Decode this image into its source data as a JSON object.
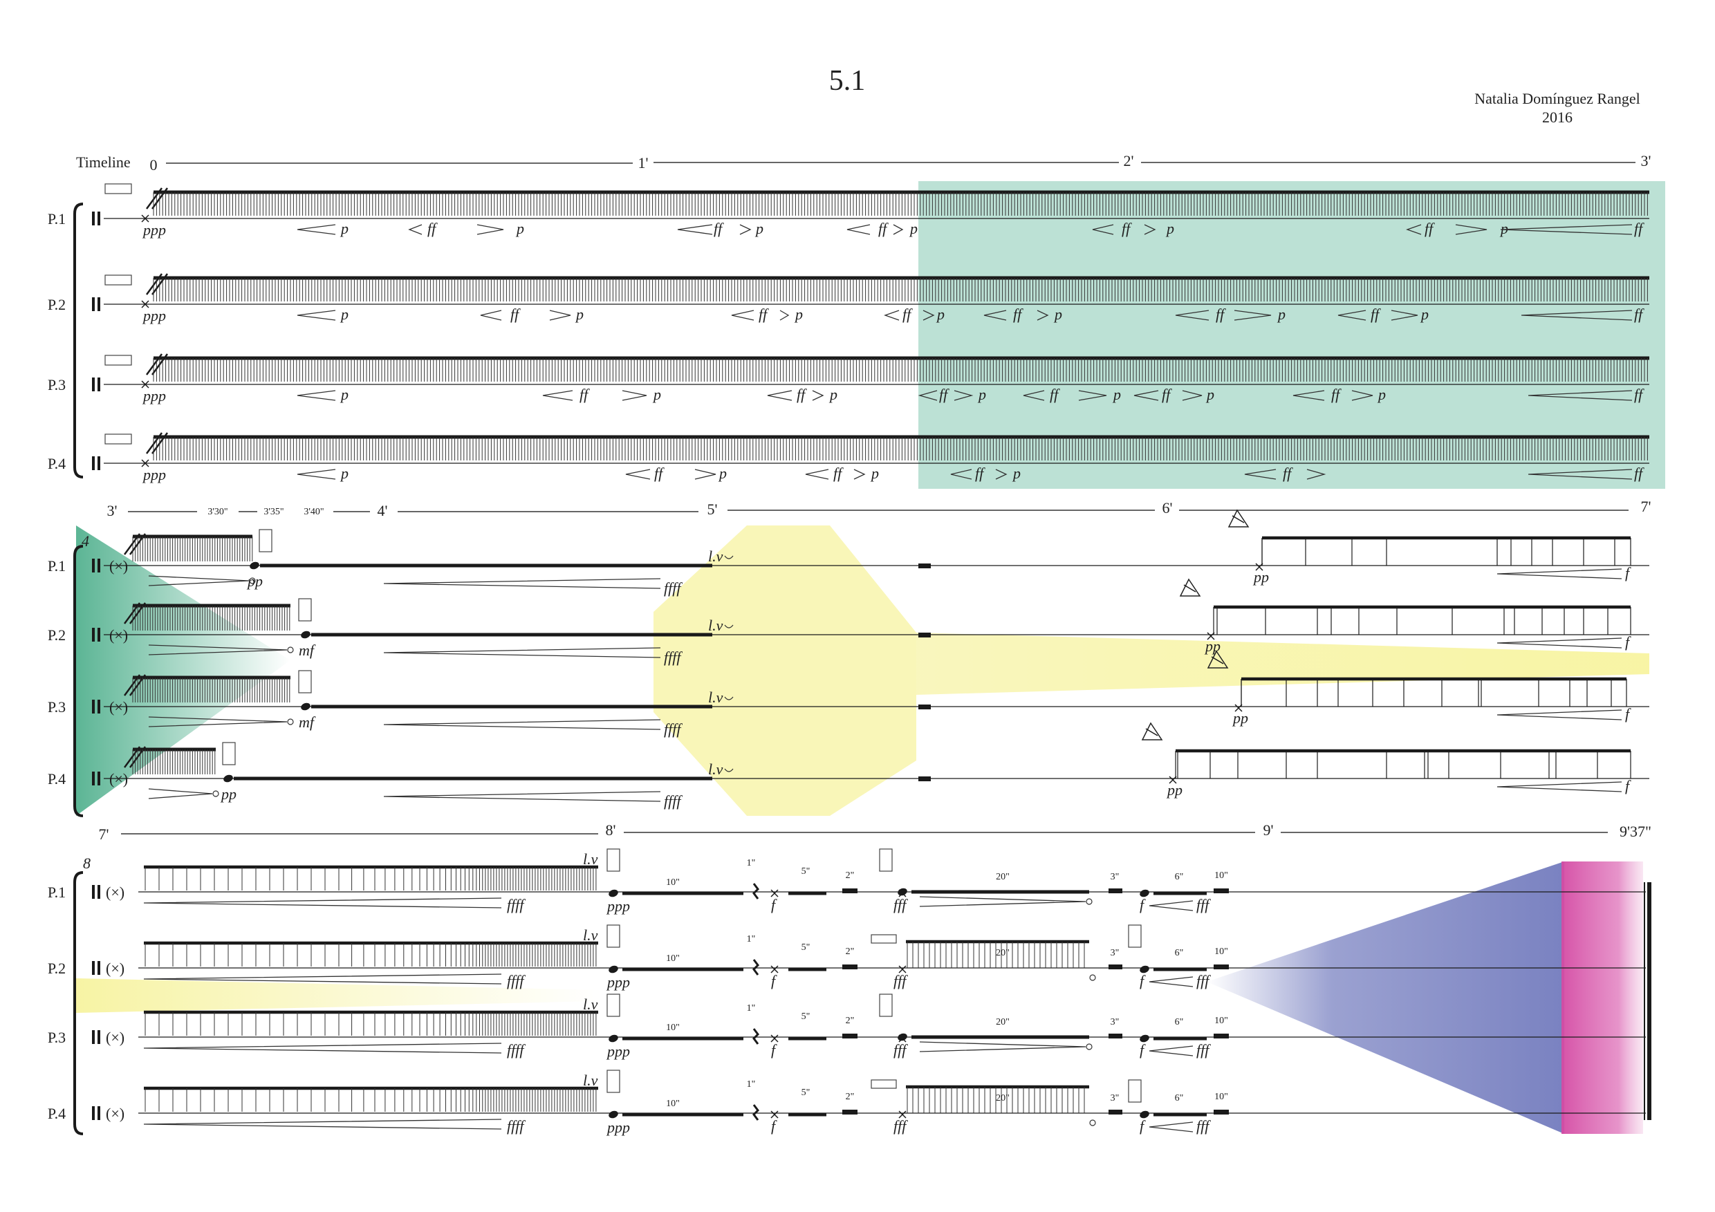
{
  "title": "5.1",
  "composer": "Natalia Domínguez Rangel",
  "year": "2016",
  "timeline_label": "Timeline",
  "staff_labels": [
    "P.1",
    "P.2",
    "P.3",
    "P.4"
  ],
  "system_numbers": [
    "4",
    "8"
  ],
  "colors": {
    "green": "#5fb89a",
    "yellow": "#f6f29a",
    "blue": "#6f78bd",
    "magenta": "#d64ca6",
    "ink": "#1a1a1a"
  },
  "system1": {
    "timeline_marks": [
      "0",
      "1'",
      "2'",
      "3'"
    ],
    "staves": [
      {
        "start_dyn": "ppp",
        "dynamics": [
          "p",
          "ff",
          "p",
          "ff",
          "p",
          "ff",
          "p",
          "ff",
          "p",
          "ff",
          "p",
          "ff"
        ]
      },
      {
        "start_dyn": "ppp",
        "dynamics": [
          "p",
          "ff",
          "p",
          "ff",
          "p",
          "ff",
          "p",
          "ff",
          "p",
          "ff",
          "p",
          "ff",
          "p",
          "ff"
        ]
      },
      {
        "start_dyn": "ppp",
        "dynamics": [
          "p",
          "ff",
          "p",
          "ff",
          "p",
          "ff",
          "p",
          "ff",
          "p",
          "ff",
          "p",
          "ff",
          "p",
          "ff"
        ]
      },
      {
        "start_dyn": "ppp",
        "dynamics": [
          "p",
          "ff",
          "p",
          "ff",
          "p",
          "ff",
          "p",
          "ff"
        ]
      }
    ]
  },
  "system2": {
    "timeline_marks": [
      "3'",
      "3'30\"",
      "3'35\"",
      "3'40\"",
      "4'",
      "5'",
      "6'",
      "7'"
    ],
    "lv": "l.v",
    "staves": [
      {
        "dyn_a": "pp",
        "dyn_b": "ffff",
        "dyn_c": "pp",
        "dyn_d": "f"
      },
      {
        "dyn_a": "mf",
        "dyn_b": "ffff",
        "dyn_c": "pp",
        "dyn_d": "f"
      },
      {
        "dyn_a": "mf",
        "dyn_b": "ffff",
        "dyn_c": "pp",
        "dyn_d": "f"
      },
      {
        "dyn_a": "pp",
        "dyn_b": "ffff",
        "dyn_c": "pp",
        "dyn_d": "f"
      }
    ]
  },
  "system3": {
    "timeline_marks": [
      "7'",
      "8'",
      "9'",
      "9'37\""
    ],
    "lv": "l.v",
    "durations": {
      "d10": "10\"",
      "d1": "1\"",
      "d5": "5\"",
      "d2": "2\"",
      "d20": "20\"",
      "d3": "3\"",
      "d6": "6\""
    },
    "dyn": {
      "ffff": "ffff",
      "ppp": "ppp",
      "f": "f",
      "fff": "fff"
    }
  }
}
